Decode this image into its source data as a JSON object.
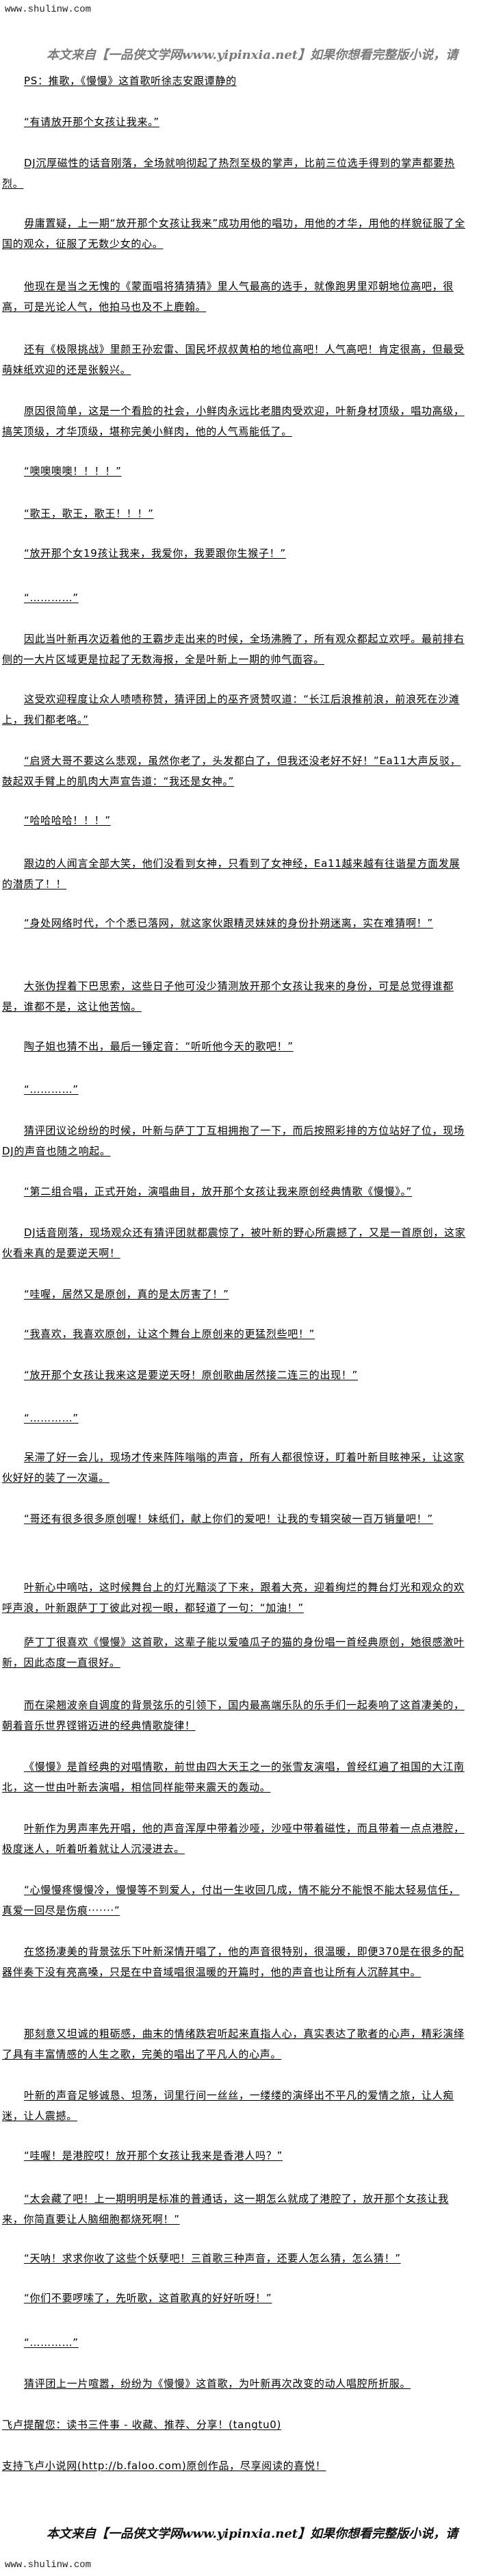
{
  "site_label": "www.shulinw.com",
  "watermark": "本文来自【一品侠文学网www.yipinxia.net】如果你想看完整版小说，请",
  "paragraphs": [
    "PS：推歌，《慢慢》这首歌听徐志安跟谭静的",
    "“有请放开那个女孩让我来。”",
    "DJ沉厚磁性的话音刚落，全场就响彻起了热烈至极的掌声，比前三位选手得到的掌声都要热烈。",
    "毋庸置疑，上一期“放开那个女孩让我来”成功用他的唱功，用他的才华，用他的样貌征服了全国的观众，征服了无数少女的心。",
    "他现在是当之无愧的《蒙面唱将猜猜猜》里人气最高的选手，就像跑男里邓朝地位高吧，很高，可是光论人气，他拍马也及不上鹿翰。",
    "还有《极限挑战》里颜王孙宏雷、国民坏叔叔黄柏的地位高吧！人气高吧！肯定很高，但最受萌妹纸欢迎的还是张毅兴。",
    "原因很简单，这是一个看脸的社会，小鲜肉永远比老腊肉受欢迎，叶新身材顶级，唱功高级，搞笑顶级，才华顶级，堪称完美小鲜肉，他的人气焉能低了。",
    "“噢噢噢噢！！！！”",
    "“歌王，歌王，歌王！！！”",
    "“放开那个女19孩让我来，我爱你，我要跟你生猴子！”",
    "“…………”",
    "因此当叶新再次迈着他的王霸步走出来的时候，全场沸腾了，所有观众都起立欢呼。最前排右侧的一大片区域更是拉起了无数海报，全是叶新上一期的帅气面容。",
    "这受欢迎程度让众人啧啧称赞，猜评团上的巫齐贤赞叹道：“长江后浪推前浪，前浪死在沙滩上，我们都老咯。”",
    "“启贤大哥不要这么悲观，虽然你老了，头发都白了，但我还没老好不好！”Ea11大声反驳，鼓起双手臂上的肌肉大声宣告道：“我还是女神。”",
    "“哈哈哈哈！！！”",
    "跟边的人闻言全部大笑，他们没看到女神，只看到了女神经，Ea11越来越有往谐星方面发展的潜质了！！",
    "“身处网络时代，个个悉已落网，就这家伙跟精灵妹妹的身份扑朔迷离，实在难猜啊！”",
    "大张伪捏着下巴思索，这些日子他可没少猜测放开那个女孩让我来的身份，可是总觉得谁都是，谁都不是，这让他苦恼。",
    "陶子姐也猜不出，最后一锤定音：“听听他今天的歌吧！”",
    "“…………”",
    "猜评团议论纷纷的时候，叶新与萨丁丁互相拥抱了一下，而后按照彩排的方位站好了位，现场DJ的声音也随之响起。",
    "“第二组合唱，正式开始，演唱曲目，放开那个女孩让我来原创经典情歌《慢慢》。”",
    "DJ话音刚落，现场观众还有猜评团就都震惊了，被叶新的野心所震撼了，又是一首原创，这家伙看来真的是要逆天啊！",
    "“哇喔，居然又是原创，真的是太厉害了！”",
    "“我喜欢，我喜欢原创，让这个舞台上原创来的更猛烈些吧！”",
    "“放开那个女孩让我来这是要逆天呀！原创歌曲居然接二连三的出现！”",
    "“…………”",
    "呆滞了好一会儿，现场才传来阵阵嗡嗡的声音，所有人都很惊讶，盯着叶新目眩神采，让这家伙好好的装了一次逼。",
    "“哥还有很多很多原创喔！妹纸们，献上你们的爱吧！让我的专辑突破一百万销量吧！”",
    "叶新心中嘀咕，这时候舞台上的灯光黯淡了下来，跟着大亮，迎着绚烂的舞台灯光和观众的欢呼声浪，叶新跟萨丁丁彼此对视一眼，都轻道了一句：“加油！”",
    "萨丁丁很喜欢《慢慢》这首歌，这辈子能以爱嗑瓜子的猫的身份唱一首经典原创，她很感激叶新，因此态度一直很好。",
    "而在梁翘波亲自调度的背景弦乐的引领下，国内最高端乐队的乐手们一起奏响了这首凄美的，朝着音乐世界铿锵迈进的经典情歌旋律！",
    "《慢慢》是首经典的对唱情歌，前世由四大天王之一的张雪友演唱，曾经红遍了祖国的大江南北，这一世由叶新去演唱，相信同样能带来震天的轰动。",
    "叶新作为男声率先开唱，他的声音浑厚中带着沙哑，沙哑中带着磁性，而且带着一点点港腔，极度迷人，听着听着就让人沉浸进去。",
    "“心慢慢疼慢慢冷，慢慢等不到爱人，付出一生收回几成，情不能分不能恨不能太轻易信任，真爱一回尽是伤痕·······”",
    "在悠扬凄美的背景弦乐下叶新深情开唱了，他的声音很特别，很温暖，即便370是在很多的配器伴奏下没有亮高嗓，只是在中音域唱很温暖的开篇时，他的声音也让所有人沉醉其中。",
    "那刻意又坦诚的粗砺感，曲末的情绪跌宕听起来直指人心，真实表达了歌者的心声，精彩演绎了具有丰富情感的人生之歌，完美的唱出了平凡人的心声。",
    "叶新的声音足够诚恳、坦荡，词里行间一丝丝，一缕缕的演绎出不平凡的爱情之旅，让人痴迷，让人震撼。",
    "“哇喔！是港腔哎！放开那个女孩让我来是香港人吗？”",
    "“太会藏了吧！上一期明明是标准的普通话，这一期怎么就成了港腔了，放开那个女孩让我来，你简直要让人脑细胞都烧死啊！”",
    "“天呐！求求你收了这些个妖孽吧！三首歌三种声音，还要人怎么猜，怎么猜！”",
    "“你们不要啰嗦了，先听歌，这首歌真的好好听呀！”",
    "“…………”",
    "猜评团上一片喧嚣，纷纷为《慢慢》这首歌，为叶新再次改变的动人唱腔所折服。",
    "飞卢提醒您：读书三件事 - 收藏、推荐、分享！(tangtu0)",
    "支持飞卢小说网(http://b.faloo.com)原创作品，尽享阅读的喜悦！"
  ]
}
